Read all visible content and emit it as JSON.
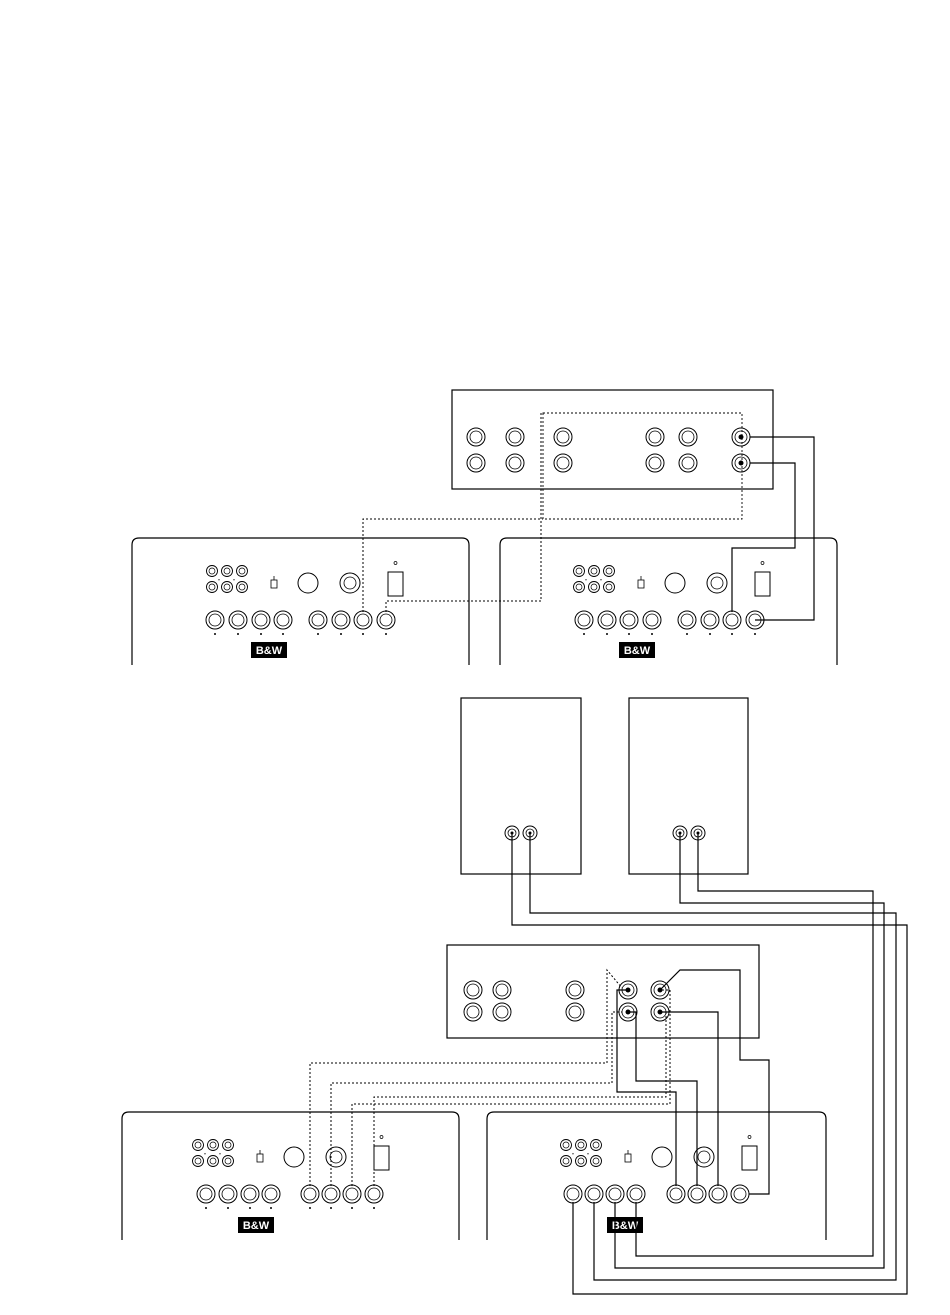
{
  "diagram": {
    "brand_logo": "B&W",
    "line_color": "#000000",
    "background": "#ffffff",
    "figures": [
      {
        "name": "figure-top",
        "components": [
          "preamplifier",
          "subwoofer-left",
          "subwoofer-right"
        ],
        "connections": [
          "dotted-pair-to-left-subwoofer",
          "solid-pair-to-right-subwoofer"
        ]
      },
      {
        "name": "figure-bottom",
        "components": [
          "speaker-left",
          "speaker-right",
          "amplifier",
          "subwoofer-left",
          "subwoofer-right"
        ],
        "connections": [
          "dotted-pair-to-left-subwoofer",
          "solid-lines-to-right-subwoofer",
          "speaker-cables-through-right-subwoofer"
        ]
      }
    ]
  }
}
